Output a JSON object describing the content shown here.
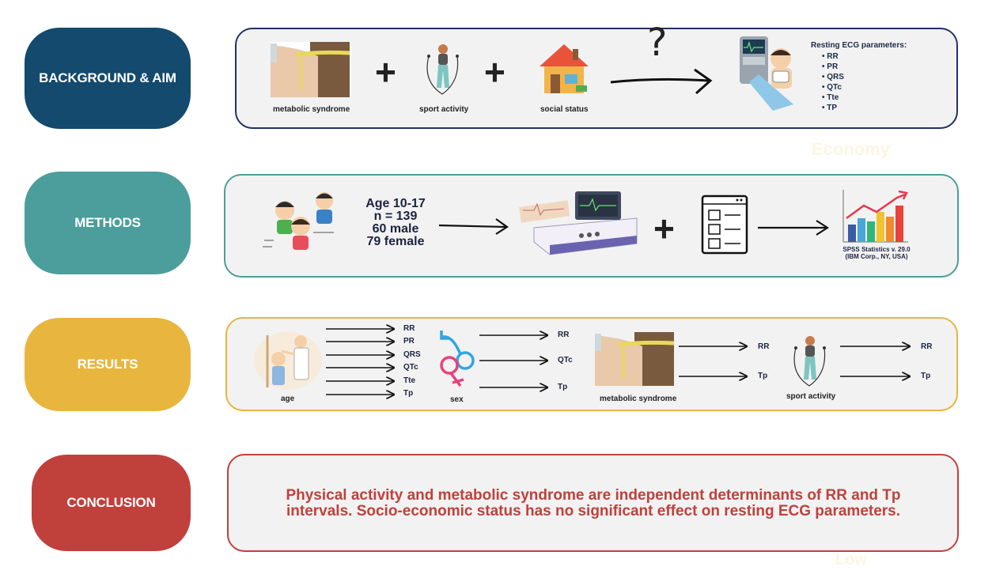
{
  "colors": {
    "background_aim": "#134a6e",
    "methods": "#4b9e9b",
    "results": "#e8b53e",
    "conclusion": "#c0403c",
    "text_dark": "#1d2340"
  },
  "background": {
    "label": "BACKGROUND & AIM",
    "items": [
      {
        "caption": "metabolic syndrome",
        "icon": "waist-measure-icon"
      },
      {
        "caption": "sport activity",
        "icon": "jump-rope-icon"
      },
      {
        "caption": "social status",
        "icon": "house-icon"
      }
    ],
    "plus": "+",
    "question": "?",
    "params_title": "Resting ECG parameters:",
    "params": [
      "RR",
      "PR",
      "QRS",
      "QTc",
      "Tte",
      "TP"
    ]
  },
  "methods": {
    "label": "METHODS",
    "age": "Age 10-17",
    "n": "n = 139",
    "male": "60 male",
    "female": "79 female",
    "plus": "+",
    "spss": "SPSS Statistics v. 29.0 (IBM Corp., NY, USA)"
  },
  "results": {
    "label": "RESULTS",
    "age_caption": "age",
    "age_params": [
      "RR",
      "PR",
      "QRS",
      "QTc",
      "Tte",
      "Tp"
    ],
    "sex_caption": "sex",
    "sex_params": [
      "RR",
      "QTc",
      "Tp"
    ],
    "ms_caption": "metabolic syndrome",
    "ms_params": [
      "RR",
      "Tp"
    ],
    "sport_caption": "sport activity",
    "sport_params": [
      "RR",
      "Tp"
    ]
  },
  "conclusion": {
    "label": "CONCLUSION",
    "line1": "Physical activity and metabolic syndrome are independent determinants of RR and Tp",
    "line2": "intervals. Socio-economic status has no significant effect on resting ECG parameters."
  },
  "watermarks": {
    "economy": "Economy",
    "low": "Low"
  }
}
